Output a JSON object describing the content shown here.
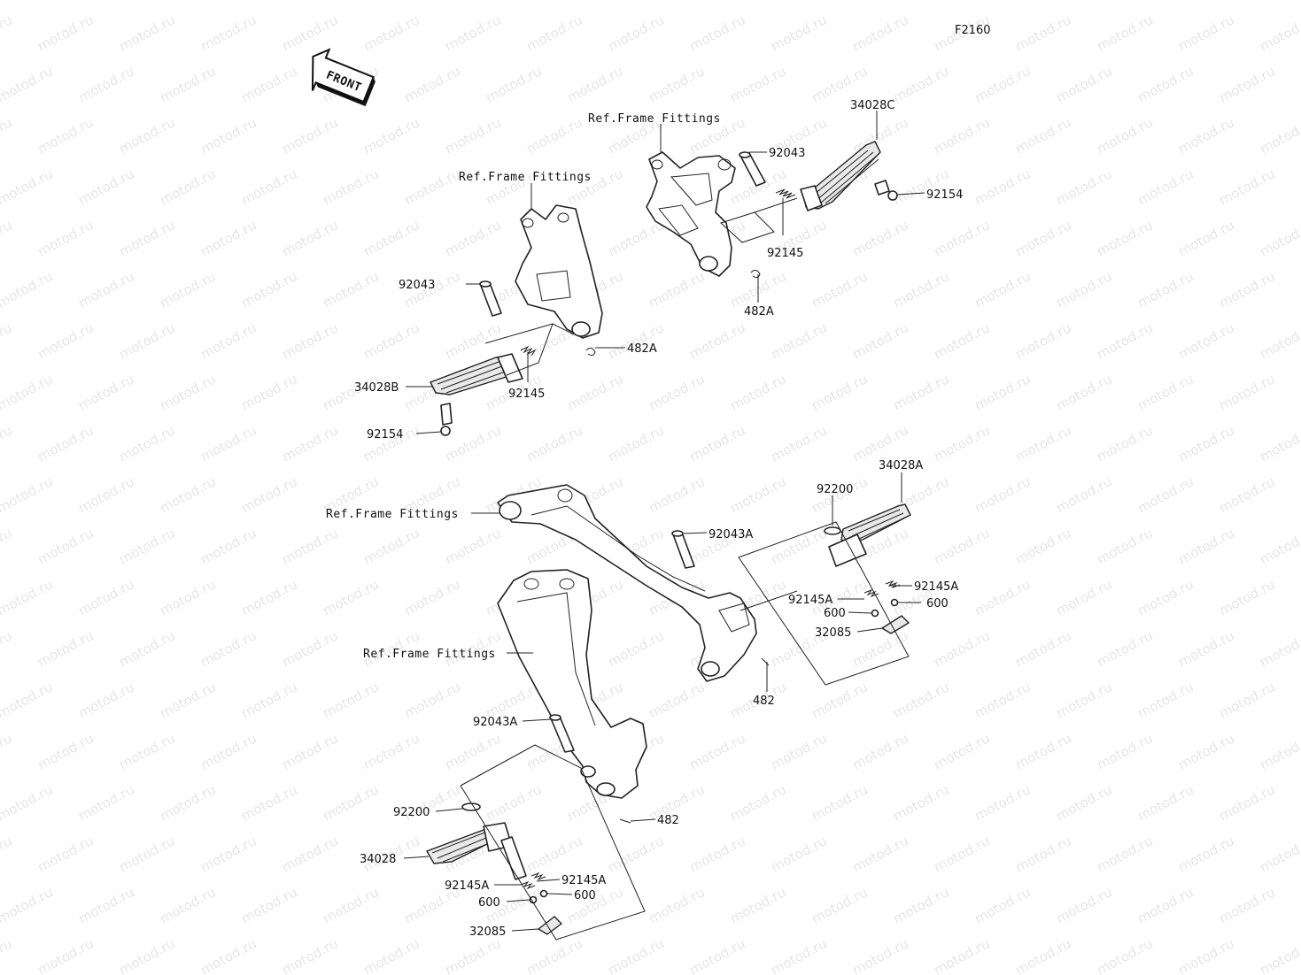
{
  "diagram_code": "F2160",
  "front_arrow": "FRONT",
  "watermark": "motod.ru",
  "labels": {
    "ref_frame_1": "Ref.Frame Fittings",
    "ref_frame_2": "Ref.Frame Fittings",
    "ref_frame_3": "Ref.Frame Fittings",
    "ref_frame_4": "Ref.Frame Fittings",
    "p_34028C": "34028C",
    "p_92043_r": "92043",
    "p_92154_r": "92154",
    "p_92145_r": "92145",
    "p_482A_r": "482A",
    "p_92043_l": "92043",
    "p_482A_l": "482A",
    "p_34028B": "34028B",
    "p_92145_l": "92145",
    "p_92154_l": "92154",
    "p_34028A": "34028A",
    "p_92200_r": "92200",
    "p_92043A_r": "92043A",
    "p_92145A_r1": "92145A",
    "p_92145A_r2": "92145A",
    "p_600_r1": "600",
    "p_600_r2": "600",
    "p_32085_r": "32085",
    "p_482_r": "482",
    "p_92043A_l": "92043A",
    "p_92200_l": "92200",
    "p_482_l": "482",
    "p_34028": "34028",
    "p_92145A_l1": "92145A",
    "p_92145A_l2": "92145A",
    "p_600_l1": "600",
    "p_600_l2": "600",
    "p_32085_l": "32085"
  }
}
